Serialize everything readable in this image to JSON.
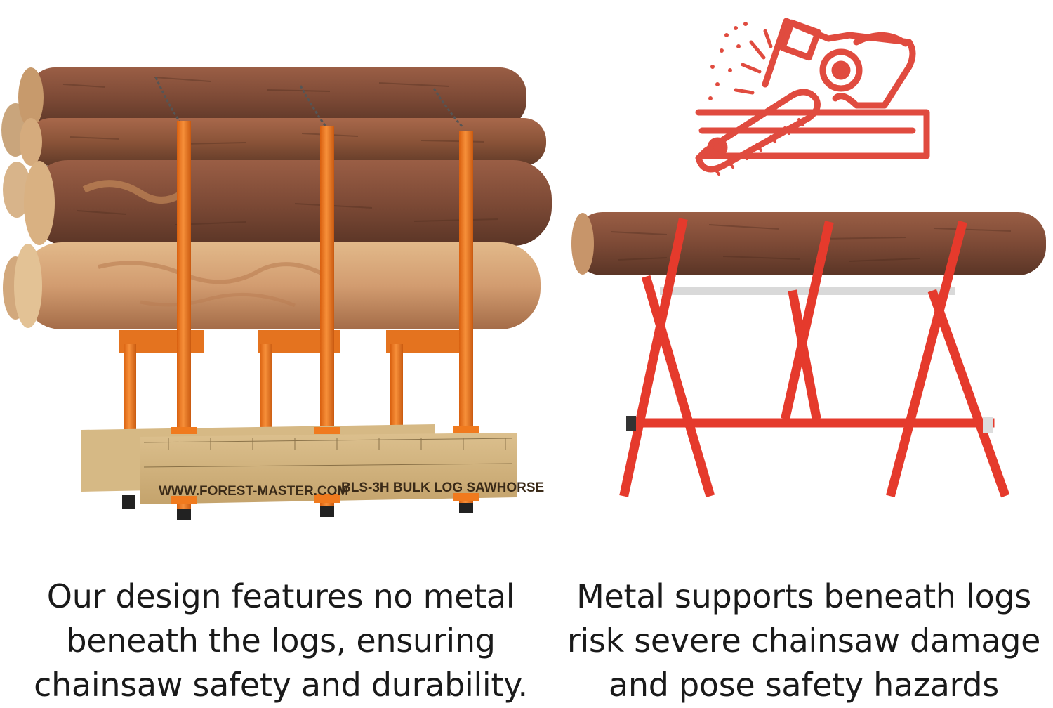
{
  "left_panel": {
    "board": {
      "url_text": "WWW.FOREST-MASTER.COM",
      "model_text": "BLS-3H BULK LOG SAWHORSE"
    },
    "caption_lines": [
      "Our design features no metal",
      "beneath the logs, ensuring",
      "chainsaw safety and durability."
    ],
    "colors": {
      "frame": "#f07a1e",
      "wood_board": "#cfb07a"
    }
  },
  "right_panel": {
    "caption_lines": [
      "Metal supports beneath logs",
      "risk severe chainsaw damage",
      "and pose safety hazards"
    ],
    "colors": {
      "frame": "#e53a2c",
      "icon": "#e04b3f"
    }
  },
  "icons": {
    "chainsaw": "chainsaw-cutting-icon"
  }
}
